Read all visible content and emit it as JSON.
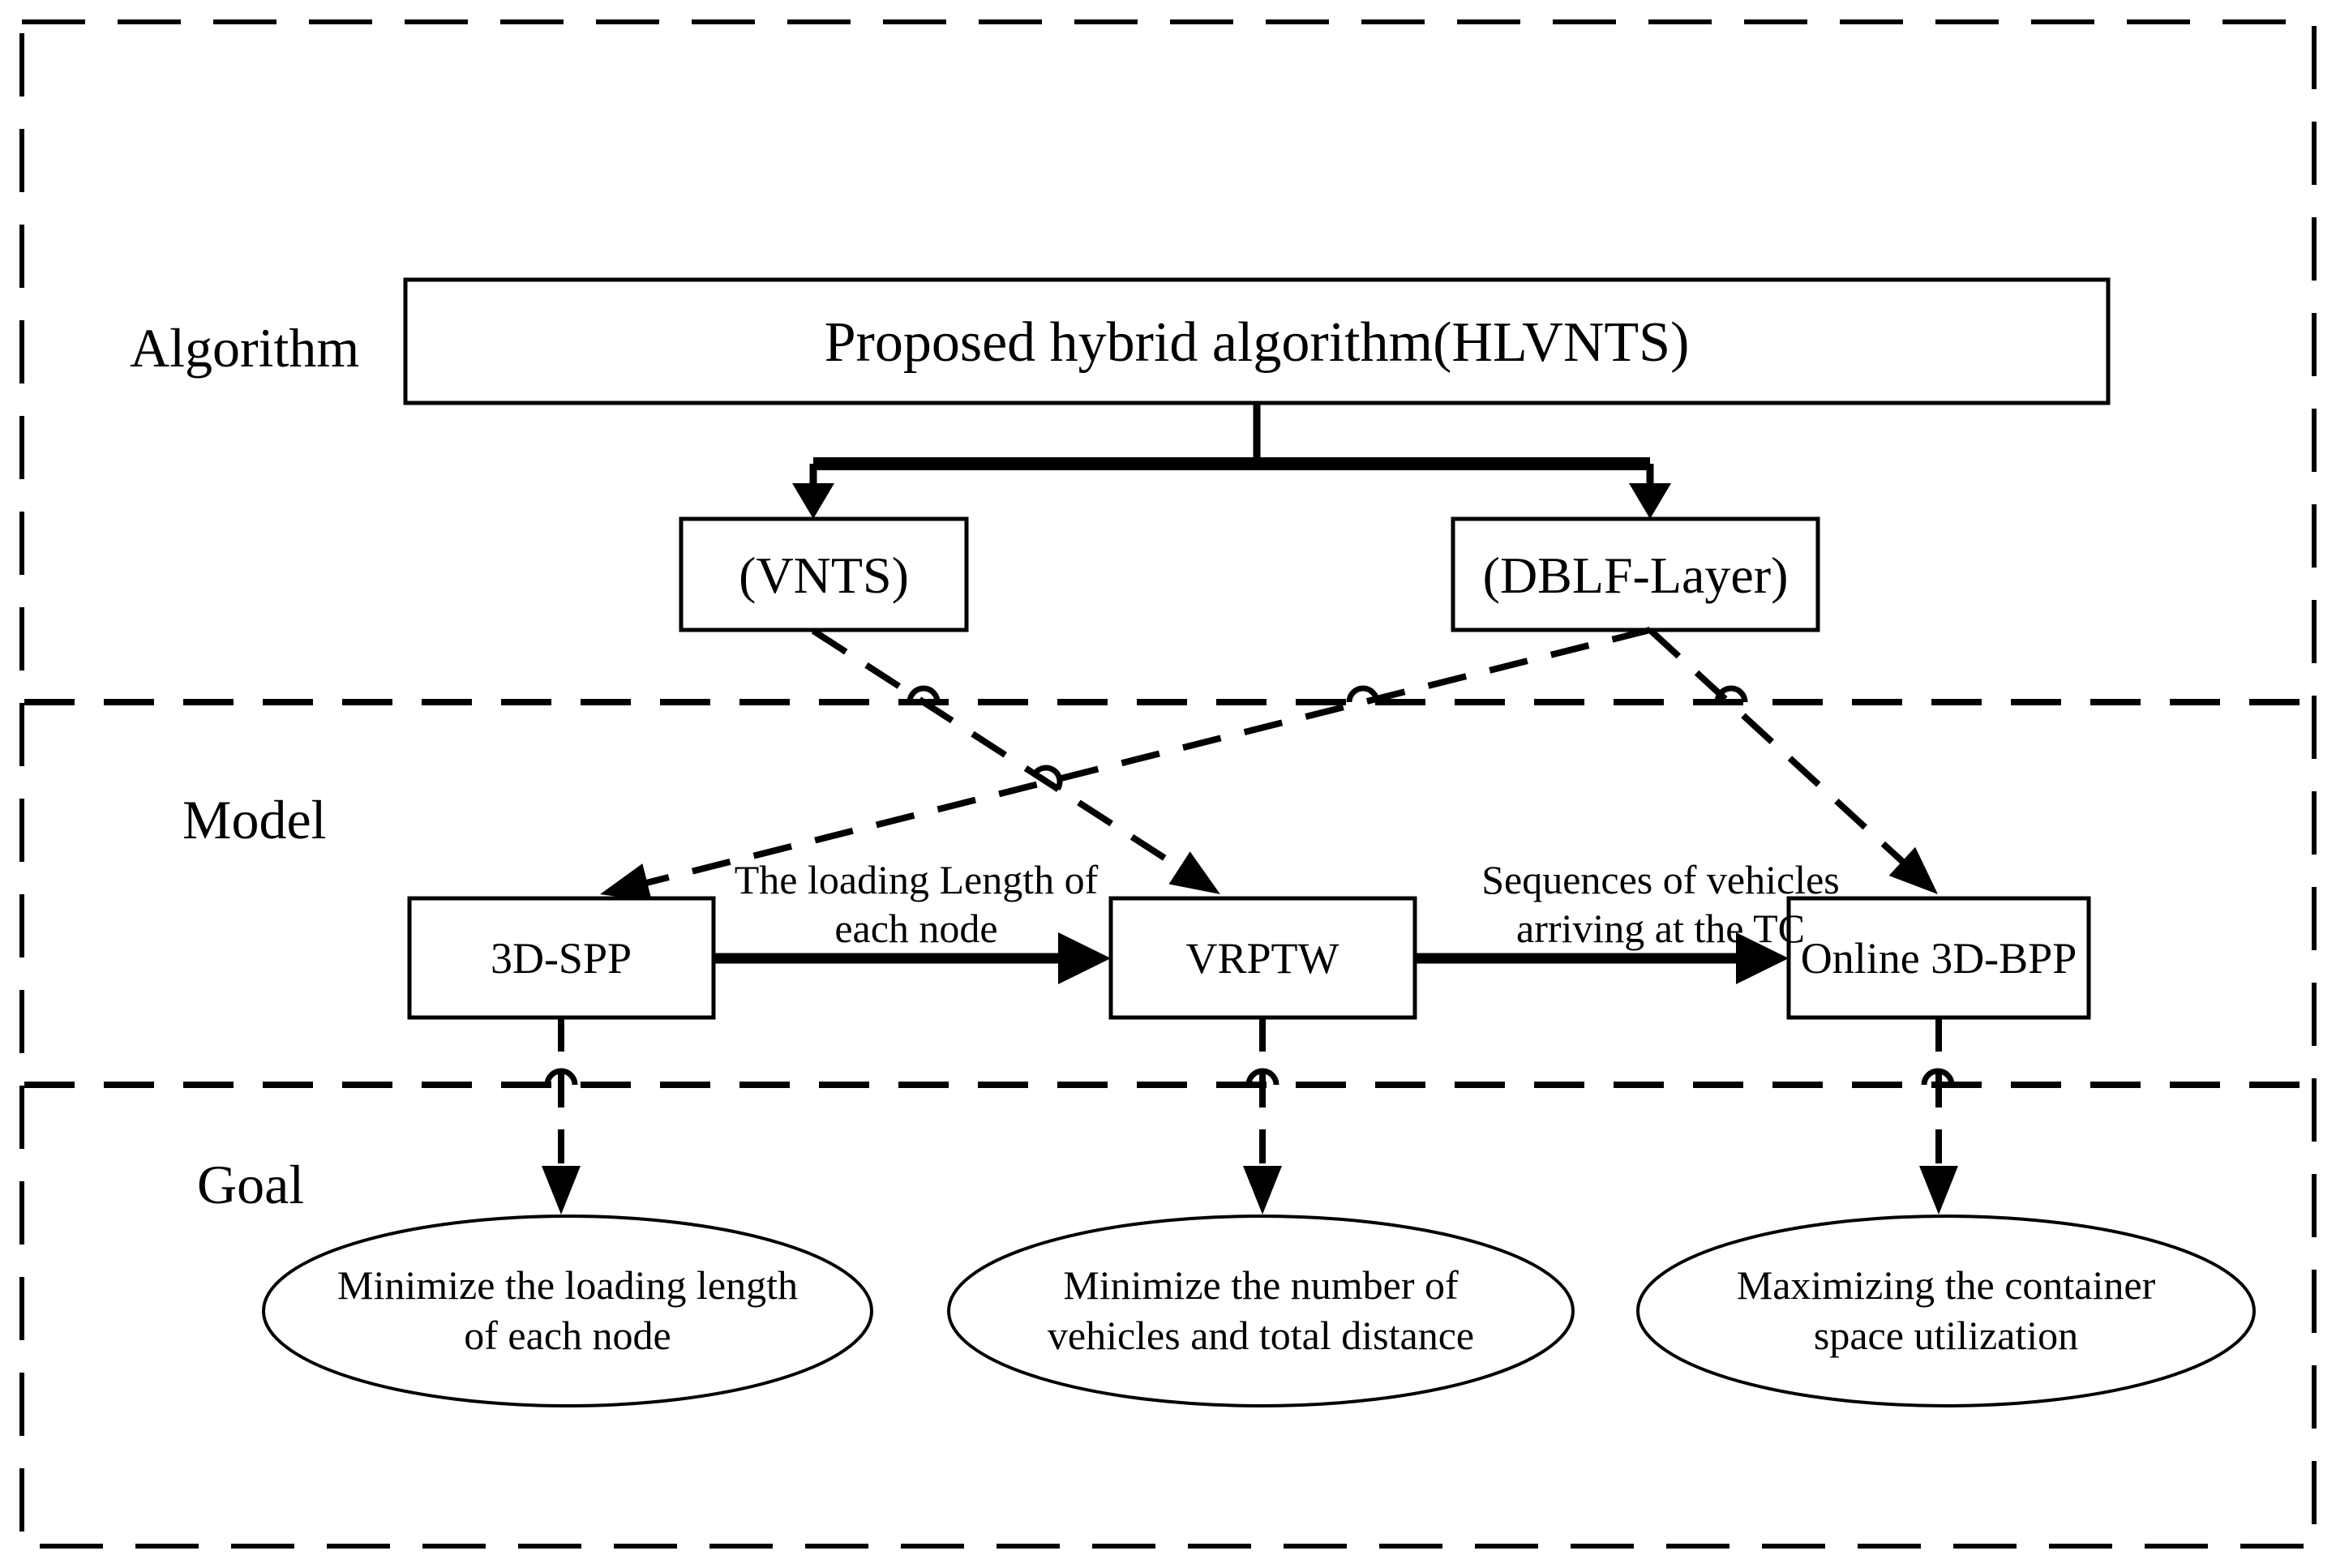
{
  "colors": {
    "ink": "#000000",
    "paper": "#ffffff"
  },
  "sections": {
    "algorithm": {
      "label": "Algorithm"
    },
    "model": {
      "label": "Model"
    },
    "goal": {
      "label": "Goal"
    }
  },
  "algorithm": {
    "title": "Proposed hybrid algorithm(HLVNTS)",
    "children": [
      {
        "label": "(VNTS)"
      },
      {
        "label": "(DBLF-Layer)"
      }
    ]
  },
  "model": {
    "nodes": [
      {
        "label": "3D-SPP"
      },
      {
        "label": "VRPTW"
      },
      {
        "label": "Online 3D-BPP"
      }
    ],
    "edges": [
      {
        "line1": "The loading Length of",
        "line2": "each node"
      },
      {
        "line1": "Sequences of vehicles",
        "line2": "arriving at the TC"
      }
    ]
  },
  "goal": {
    "items": [
      {
        "line1": "Minimize the loading length",
        "line2": "of each node"
      },
      {
        "line1": "Minimize the number of",
        "line2": "vehicles and total distance"
      },
      {
        "line1": "Maximizing the container",
        "line2": "space utilization"
      }
    ]
  }
}
